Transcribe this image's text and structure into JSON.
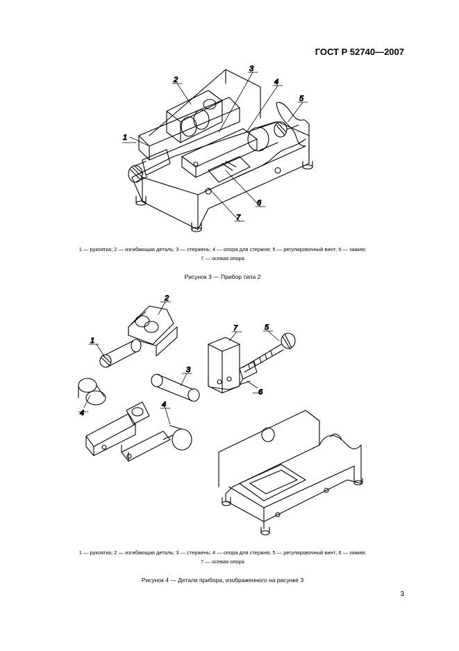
{
  "header": {
    "standard": "ГОСТ Р 52740—2007"
  },
  "figure3": {
    "callouts": [
      "1",
      "2",
      "3",
      "4",
      "5",
      "6",
      "7"
    ],
    "legend_line1": "1 — рукоятка; 2 — изгибающая деталь; 3 — стержень; 4 — опора для стержня; 5 — регулировочный винт; 6 — зажим;",
    "legend_line2": "7 — осевая опора",
    "caption": "Рисунок 3 — Прибор типа 2"
  },
  "figure4": {
    "callouts": [
      "2",
      "1",
      "3",
      "4",
      "4",
      "7",
      "5",
      "6"
    ],
    "legend_line1": "1 — рукоятка; 2 — изгибающая деталь; 3 — стержень; 4 — опора для стержня, 5 — регулировочный винт; 6 — зажим;",
    "legend_line2": "7 — осевая опора",
    "caption": "Рисунок 4 — Детали прибора, изображенного на рисунке 3"
  },
  "footer": {
    "page_number": "3"
  }
}
